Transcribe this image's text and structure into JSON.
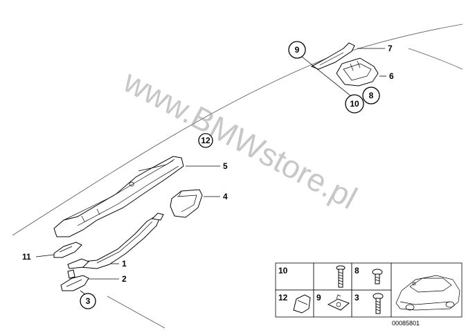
{
  "watermark": "www.BMWstore.pl",
  "callouts": [
    {
      "id": "c1",
      "text": "1"
    },
    {
      "id": "c2",
      "text": "2"
    },
    {
      "id": "c3",
      "text": "3"
    },
    {
      "id": "c4",
      "text": "4"
    },
    {
      "id": "c5",
      "text": "5"
    },
    {
      "id": "c6",
      "text": "6"
    },
    {
      "id": "c7",
      "text": "7"
    },
    {
      "id": "c8",
      "text": "8"
    },
    {
      "id": "c9",
      "text": "9"
    },
    {
      "id": "c10",
      "text": "10"
    },
    {
      "id": "c11",
      "text": "11"
    },
    {
      "id": "c12",
      "text": "12"
    }
  ],
  "legend": {
    "cells": [
      {
        "number": "10",
        "item": "screw"
      },
      {
        "number": "8",
        "item": "screw"
      },
      {
        "number": "12",
        "item": "clip"
      },
      {
        "number": "9",
        "item": "clip-nut"
      },
      {
        "number": "3",
        "item": "screw"
      }
    ]
  },
  "reference_number": "00085801"
}
